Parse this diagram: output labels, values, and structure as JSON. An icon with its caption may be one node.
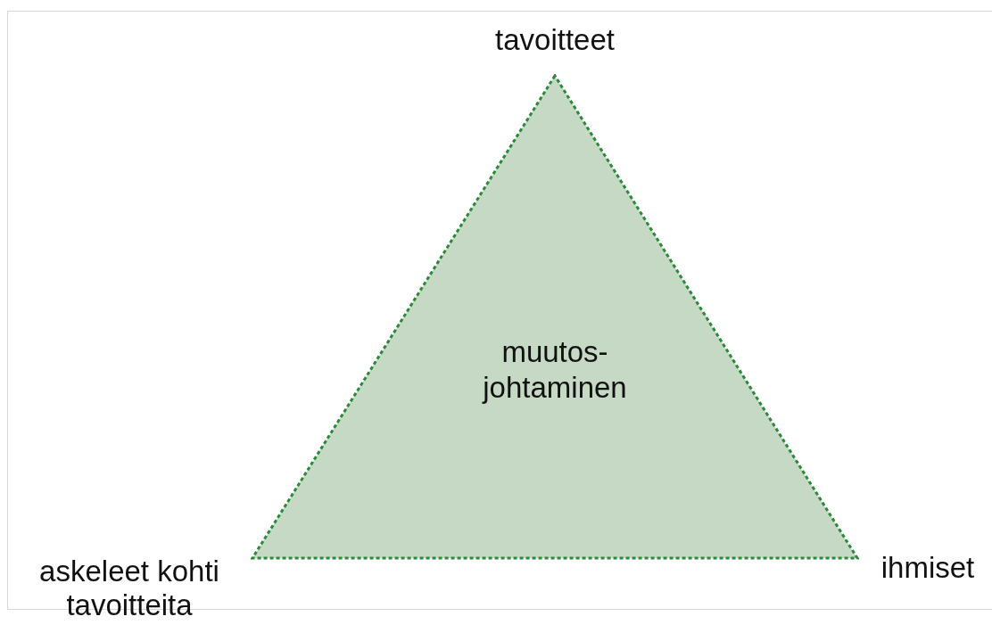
{
  "diagram": {
    "nodes": [
      {
        "text": [
          "muutos- johtaminen"
        ]
      }
    ],
    "edges": [],
    "labels": [
      "tavoitteet",
      "askeleet kohti tavoitteita",
      "ihmiset"
    ]
  }
}
